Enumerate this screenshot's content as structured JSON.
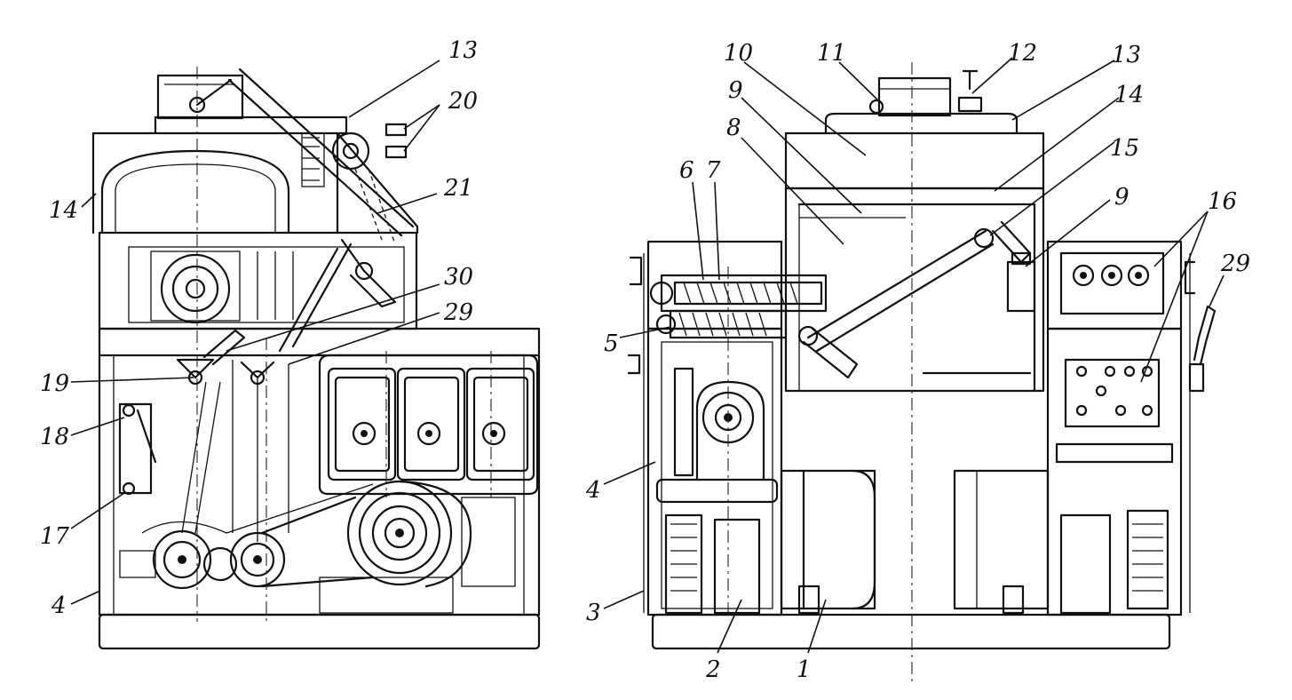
{
  "drawing": {
    "labels": {
      "l13": "13",
      "l20": "20",
      "l14": "14",
      "l21": "21",
      "l30": "30",
      "l29": "29",
      "l19": "19",
      "l18": "18",
      "l17": "17",
      "l4": "4",
      "r10": "10",
      "r11": "11",
      "r12": "12",
      "r13": "13",
      "r9a": "9",
      "r8": "8",
      "r14": "14",
      "r15": "15",
      "r9b": "9",
      "r16": "16",
      "r6": "6",
      "r7": "7",
      "r29": "29",
      "r5": "5",
      "r4": "4",
      "r3": "3",
      "r2": "2",
      "r1": "1"
    }
  }
}
